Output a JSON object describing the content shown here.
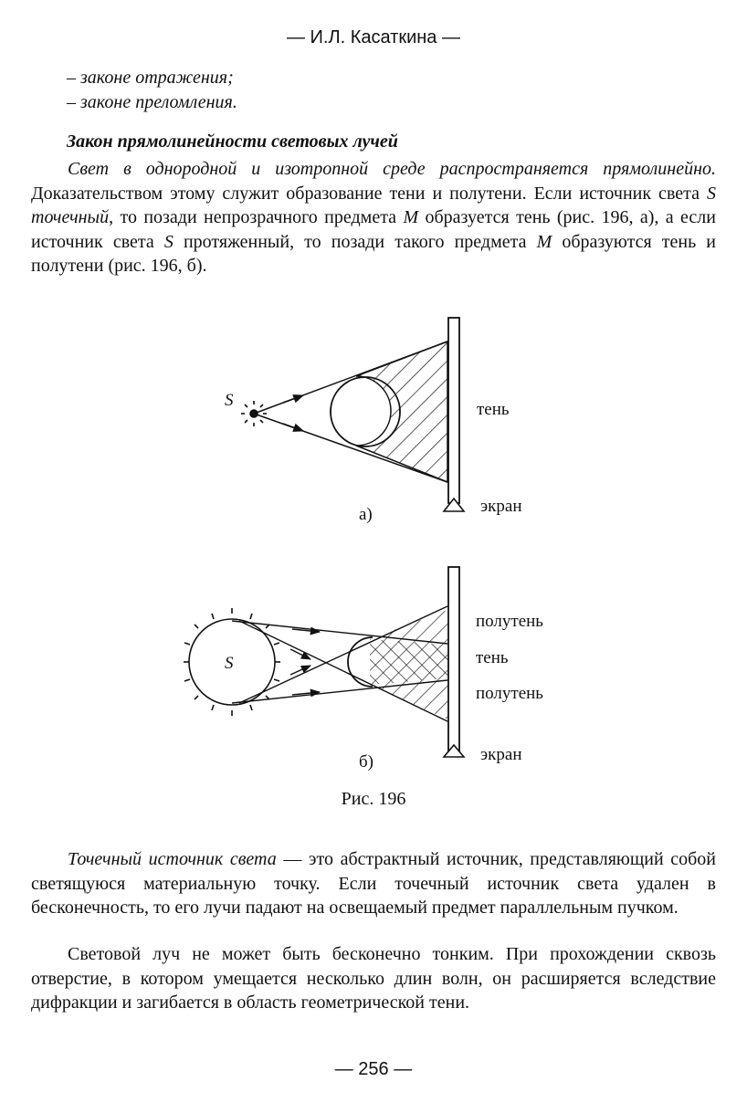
{
  "header": {
    "running_title": "— И.Л. Касаткина —"
  },
  "list_items": [
    "– законе отражения;",
    "– законе преломления."
  ],
  "section": {
    "title": "Закон прямолинейности световых лучей"
  },
  "para1": {
    "s1_italic": "Свет в однородной и изотропной среде распространяется прямолинейно.",
    "s2": " Доказательством этому служит образование тени и полутени. Если источник света ",
    "var_s1": "S",
    "s3_italic": " точечный",
    "s4": ", то позади непрозрачного предмета ",
    "var_m1": "M",
    "s5": " образуется тень (рис. 196, а), а если источник света ",
    "var_s2": "S",
    "s6": " протяженный, то позади такого предмета ",
    "var_m2": "M",
    "s7": " образуются тень и полутени (рис. 196, б)."
  },
  "figure": {
    "a": {
      "source_label": "S",
      "shadow_label": "тень",
      "screen_label": "экран",
      "sub_caption": "а)"
    },
    "b": {
      "source_label": "S",
      "penumbra_top_label": "полутень",
      "shadow_label": "тень",
      "penumbra_bottom_label": "полутень",
      "screen_label": "экран",
      "sub_caption": "б)"
    },
    "caption": "Рис. 196"
  },
  "para2": {
    "term_italic": "Точечный источник света",
    "rest": " — это абстрактный источник, представляющий собой светящуюся материальную точку. Если точечный источник света удален в бесконечность, то его лучи падают на освещаемый предмет параллельным пучком."
  },
  "para3": {
    "text": "Световой луч не может быть бесконечно тонким. При прохождении сквозь отверстие, в котором умещается несколько длин волн, он расширяется вследствие дифракции и загибается в область геометрической тени."
  },
  "footer": {
    "page_number": "— 256 —"
  }
}
